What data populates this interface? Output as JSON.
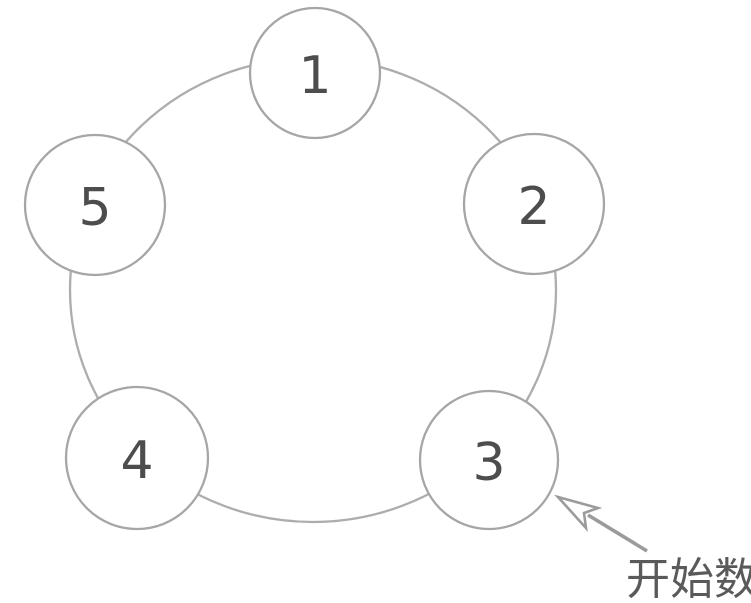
{
  "figure": {
    "nodes": [
      {
        "label": "1"
      },
      {
        "label": "2"
      },
      {
        "label": "3"
      },
      {
        "label": "4"
      },
      {
        "label": "5"
      }
    ],
    "annotation": {
      "text": "开始数",
      "target_node": "3"
    },
    "colors": {
      "ring_outline": "#adadad",
      "node_outline": "#a6a6a6",
      "number_text": "#4d4d4d",
      "arrow": "#9b9b9b",
      "annotation_text": "#5a5a5a",
      "background": "#ffffff"
    }
  }
}
